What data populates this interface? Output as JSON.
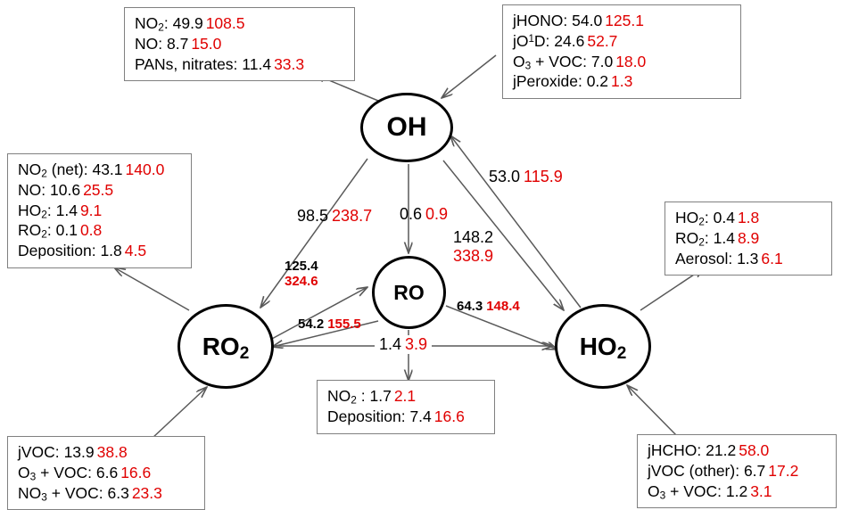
{
  "diagram": {
    "title": "Radical budget diagram (OH, HO2, RO2, RO)",
    "colors": {
      "base": "#000000",
      "highlight": "#e00000",
      "node_stroke": "#000000",
      "box_border": "#808080"
    },
    "nodes": [
      {
        "id": "oh",
        "label_html": "OH",
        "label": "OH"
      },
      {
        "id": "ro",
        "label_html": "RO",
        "label": "RO"
      },
      {
        "id": "ro2",
        "label_html": "RO2",
        "label": "RO2"
      },
      {
        "id": "ho2",
        "label_html": "HO2",
        "label": "HO2"
      }
    ],
    "boxes": {
      "oh_sinks": {
        "name": "oh-sinks-box",
        "lines": [
          {
            "key": "NO2:",
            "v1": "49.9",
            "v2": "108.5"
          },
          {
            "key": "NO:",
            "v1": "8.7",
            "v2": "15.0"
          },
          {
            "key": "PANs, nitrates:",
            "v1": "11.4",
            "v2": "33.3"
          }
        ]
      },
      "oh_sources": {
        "name": "oh-sources-box",
        "lines": [
          {
            "key": "jHONO:",
            "v1": "54.0",
            "v2": "125.1"
          },
          {
            "key": "jO1D:",
            "v1": "24.6",
            "v2": "52.7"
          },
          {
            "key": "O3 + VOC:",
            "v1": "7.0",
            "v2": "18.0"
          },
          {
            "key": "jPeroxide:",
            "v1": "0.2",
            "v2": "1.3"
          }
        ]
      },
      "ro2_sinks": {
        "name": "ro2-sinks-box",
        "lines": [
          {
            "key": "NO2 (net):",
            "v1": "43.1",
            "v2": "140.0"
          },
          {
            "key": "NO:",
            "v1": "10.6",
            "v2": "25.5"
          },
          {
            "key": "HO2:",
            "v1": "1.4",
            "v2": "9.1"
          },
          {
            "key": "RO2:",
            "v1": "0.1",
            "v2": "0.8"
          },
          {
            "key": "Deposition:",
            "v1": "1.8",
            "v2": "4.5"
          }
        ]
      },
      "ho2_sinks": {
        "name": "ho2-sinks-box",
        "lines": [
          {
            "key": "HO2:",
            "v1": "0.4",
            "v2": "1.8"
          },
          {
            "key": "RO2:",
            "v1": "1.4",
            "v2": "8.9"
          },
          {
            "key": "Aerosol:",
            "v1": "1.3",
            "v2": "6.1"
          }
        ]
      },
      "ro2_sources": {
        "name": "ro2-sources-box",
        "lines": [
          {
            "key": "jVOC:",
            "v1": "13.9",
            "v2": "38.8"
          },
          {
            "key": "O3 + VOC:",
            "v1": "6.6",
            "v2": "16.6"
          },
          {
            "key": "NO3 + VOC:",
            "v1": "6.3",
            "v2": "23.3"
          }
        ]
      },
      "ro_sinks": {
        "name": "ro-sinks-box",
        "lines": [
          {
            "key": "NO2 :",
            "v1": "1.7",
            "v2": "2.1"
          },
          {
            "key": "Deposition:",
            "v1": "7.4",
            "v2": "16.6"
          }
        ]
      },
      "ho2_sources": {
        "name": "ho2-sources-box",
        "lines": [
          {
            "key": "jHCHO:",
            "v1": "21.2",
            "v2": "58.0"
          },
          {
            "key": "jVOC (other):",
            "v1": "6.7",
            "v2": "17.2"
          },
          {
            "key": "O3 + VOC:",
            "v1": "1.2",
            "v2": "3.1"
          }
        ]
      }
    },
    "fluxes": {
      "oh_to_ro2": {
        "name": "flux-oh-to-ro2",
        "v1": "98.5",
        "v2": "238.7"
      },
      "oh_to_ro": {
        "name": "flux-oh-to-ro",
        "v1": "0.6",
        "v2": "0.9"
      },
      "ho2_to_oh": {
        "name": "flux-ho2-to-oh",
        "v1": "53.0",
        "v2": "115.9"
      },
      "oh_to_ho2": {
        "name": "flux-oh-to-ho2",
        "v1": "148.2",
        "v2": "338.9"
      },
      "ro2_to_ro": {
        "name": "flux-ro2-to-ro",
        "v1": "125.4",
        "v2": "324.6"
      },
      "ro_to_ro2": {
        "name": "flux-ro-to-ro2",
        "v1": "54.2",
        "v2": "155.5"
      },
      "ro_to_ho2": {
        "name": "flux-ro-to-ho2",
        "v1": "64.3",
        "v2": "148.4"
      },
      "ro2_to_ho2": {
        "name": "flux-ro2-to-ho2",
        "v1": "1.4",
        "v2": "3.9"
      }
    }
  }
}
